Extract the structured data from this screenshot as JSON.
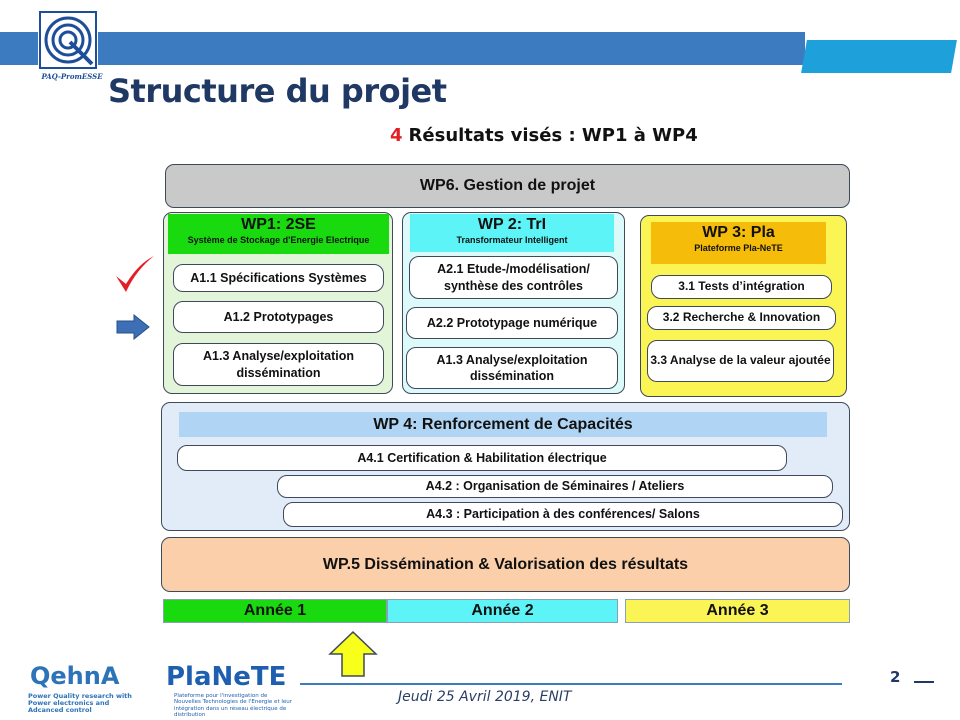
{
  "header": {
    "title": "Structure du projet",
    "subtitle_number": "4",
    "subtitle_text": "Résultats visés : WP1 à WP4",
    "logo_caption": "PAQ-PromESSE"
  },
  "wp6": {
    "label": "WP6. Gestion de projet"
  },
  "wp1": {
    "title": "WP1: 2SE",
    "subtitle": "Système de Stockage d'Energie Electrique",
    "items": [
      "A1.1 Spécifications Systèmes",
      "A1.2 Prototypages",
      "A1.3 Analyse/exploitation dissémination"
    ]
  },
  "wp2": {
    "title": "WP 2: TrI",
    "subtitle": "Transformateur Intelligent",
    "items": [
      "A2.1 Etude-/modélisation/ synthèse des contrôles",
      "A2.2 Prototypage numérique",
      "A1.3 Analyse/exploitation dissémination"
    ]
  },
  "wp3": {
    "title": "WP 3: Pla",
    "subtitle": "Plateforme Pla-NeTE",
    "items": [
      "3.1 Tests d’intégration",
      "3.2 Recherche & Innovation",
      "3.3 Analyse de la valeur ajoutée"
    ]
  },
  "wp4": {
    "title": "WP 4: Renforcement de Capacités",
    "items": [
      "A4.1 Certification   & Habilitation électrique",
      "A4.2 : Organisation de Séminaires / Ateliers",
      "A4.3 : Participation à des conférences/ Salons"
    ]
  },
  "wp5": {
    "label": "WP.5 Dissémination & Valorisation des résultats"
  },
  "years": [
    "Année 1",
    "Année 2",
    "Année 3"
  ],
  "colors": {
    "year1": "#19d90f",
    "year2": "#5cf4f6",
    "year3": "#fbf455",
    "check": "#e31e24",
    "arrow_right": "#3d6fb6",
    "arrow_up": "#f8ff1a"
  },
  "footer": {
    "date": "Jeudi 25 Avril 2019, ENIT",
    "page_number": "2",
    "logo_left_word": "QehnA",
    "logo_left_tagline": "Power Quality research with Power electronics and Adcanced control",
    "logo_right_word": "PlaNeTE",
    "logo_right_tagline": "Plateforme pour l'investigation de Nouvelles Technologies de l'Energie et leur intégration dans un réseau électrique de distribution"
  }
}
